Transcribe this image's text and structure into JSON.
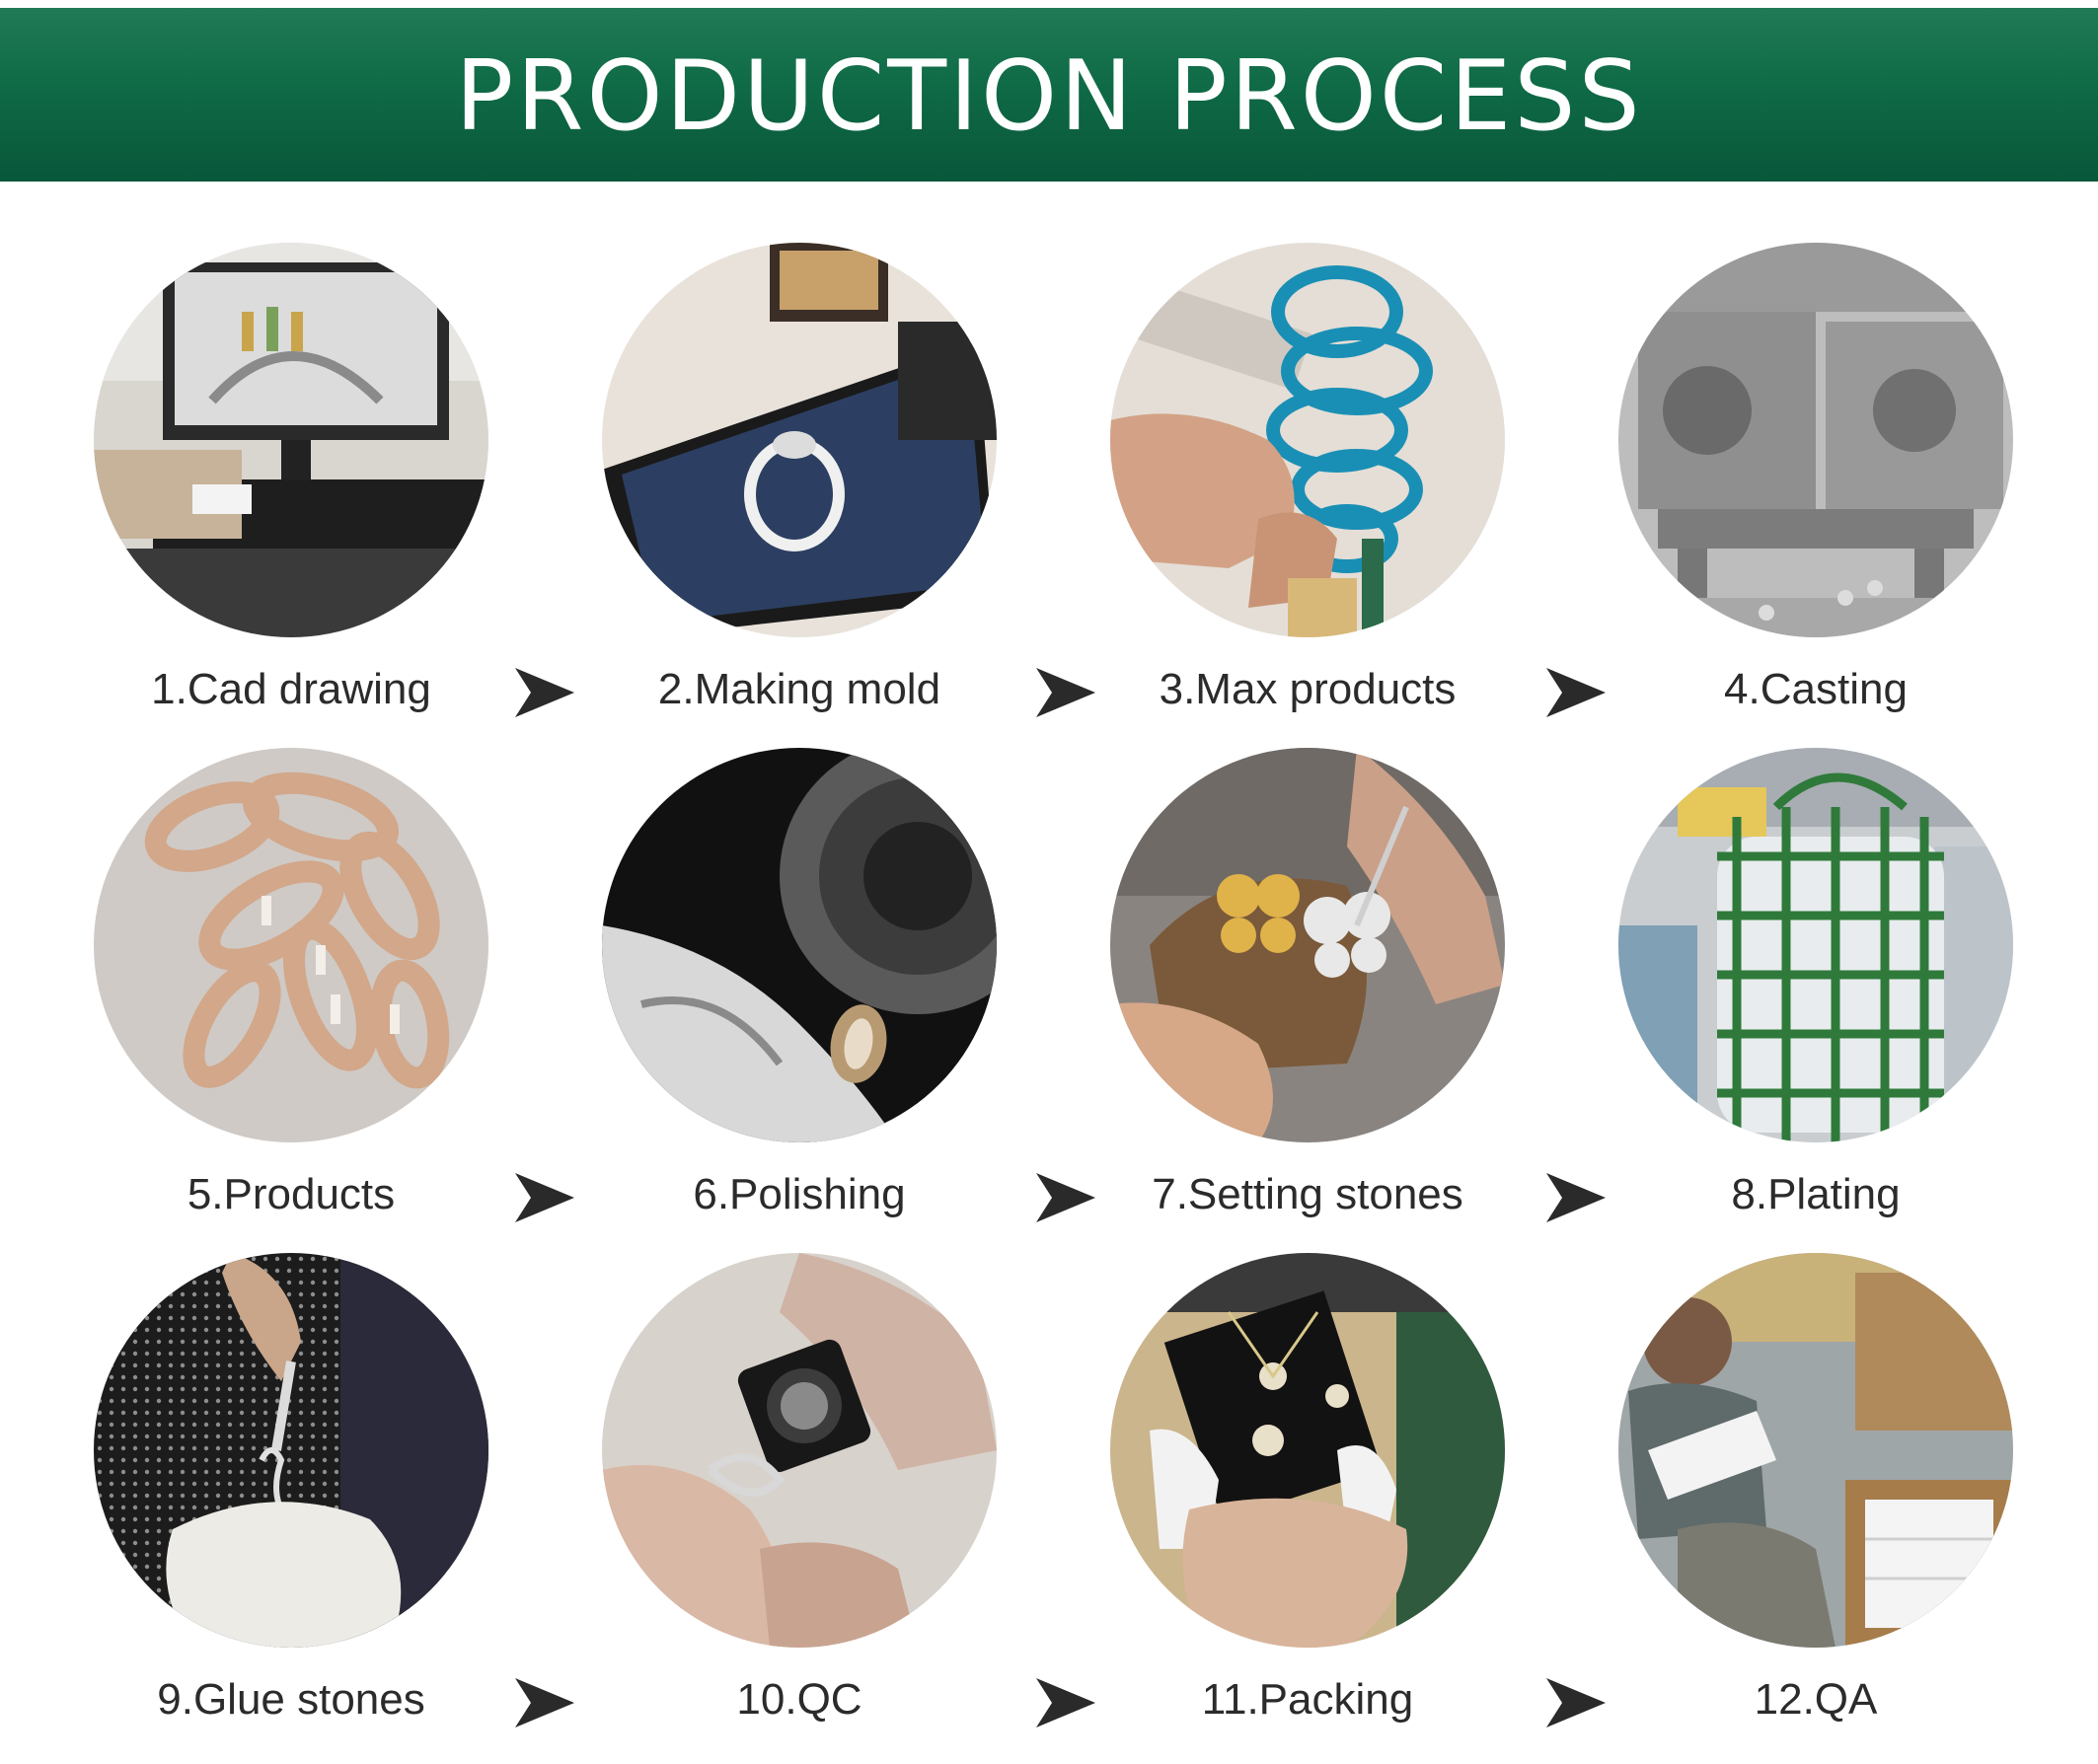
{
  "header": {
    "title": "PRODUCTION PROCESS",
    "background": "#0f6a46"
  },
  "steps": [
    {
      "label": "1.Cad drawing"
    },
    {
      "label": "2.Making mold"
    },
    {
      "label": "3.Max products"
    },
    {
      "label": "4.Casting"
    },
    {
      "label": "5.Products"
    },
    {
      "label": "6.Polishing"
    },
    {
      "label": "7.Setting stones"
    },
    {
      "label": "8.Plating"
    },
    {
      "label": "9.Glue stones"
    },
    {
      "label": "10.QC"
    },
    {
      "label": "11.Packing"
    },
    {
      "label": "12.QA"
    }
  ],
  "arrow_icon": "arrow-right-icon"
}
